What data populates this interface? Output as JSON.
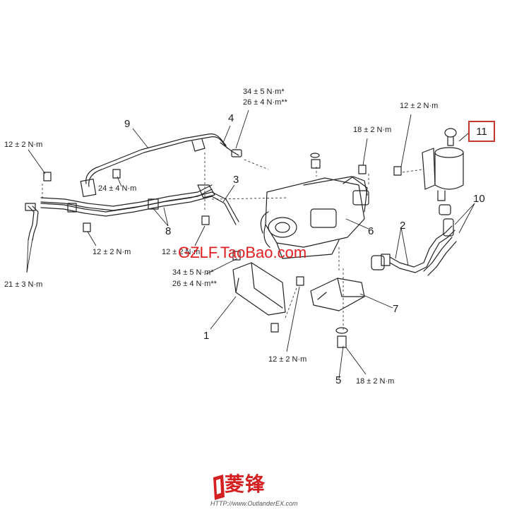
{
  "torques": {
    "t_top_left": "12 ± 2 N·m",
    "t_24": "24 ± 4 N·m",
    "t_12_under8": "12 ± 2 N·m",
    "t_21": "21 ± 3 N·m",
    "t_34_top_a": "34 ± 5 N·m*",
    "t_34_top_b": "26 ± 4 N·m**",
    "t_12_mid": "12 ± 2 N·m",
    "t_34_bot_a": "34 ± 5 N·m*",
    "t_34_bot_b": "26 ± 4 N·m**",
    "t_18_top": "18 ± 2 N·m",
    "t_12_top_right": "12 ± 2 N·m",
    "t_12_bottom": "12 ± 2 N·m",
    "t_18_bottom": "18 ± 2 N·m"
  },
  "parts": {
    "p1": "1",
    "p2": "2",
    "p3": "3",
    "p4": "4",
    "p5": "5",
    "p6": "6",
    "p7": "7",
    "p8": "8",
    "p9": "9",
    "p10": "10",
    "p11": "11"
  },
  "watermark": "GZLF.TaoBao.com",
  "logo": {
    "brand": "菱锋",
    "url": "HTTP://www.OutlanderEX.com"
  },
  "colors": {
    "line": "#222222",
    "highlight_box": "#c0392b",
    "watermark": "#e02020",
    "logo": "#d42020"
  }
}
